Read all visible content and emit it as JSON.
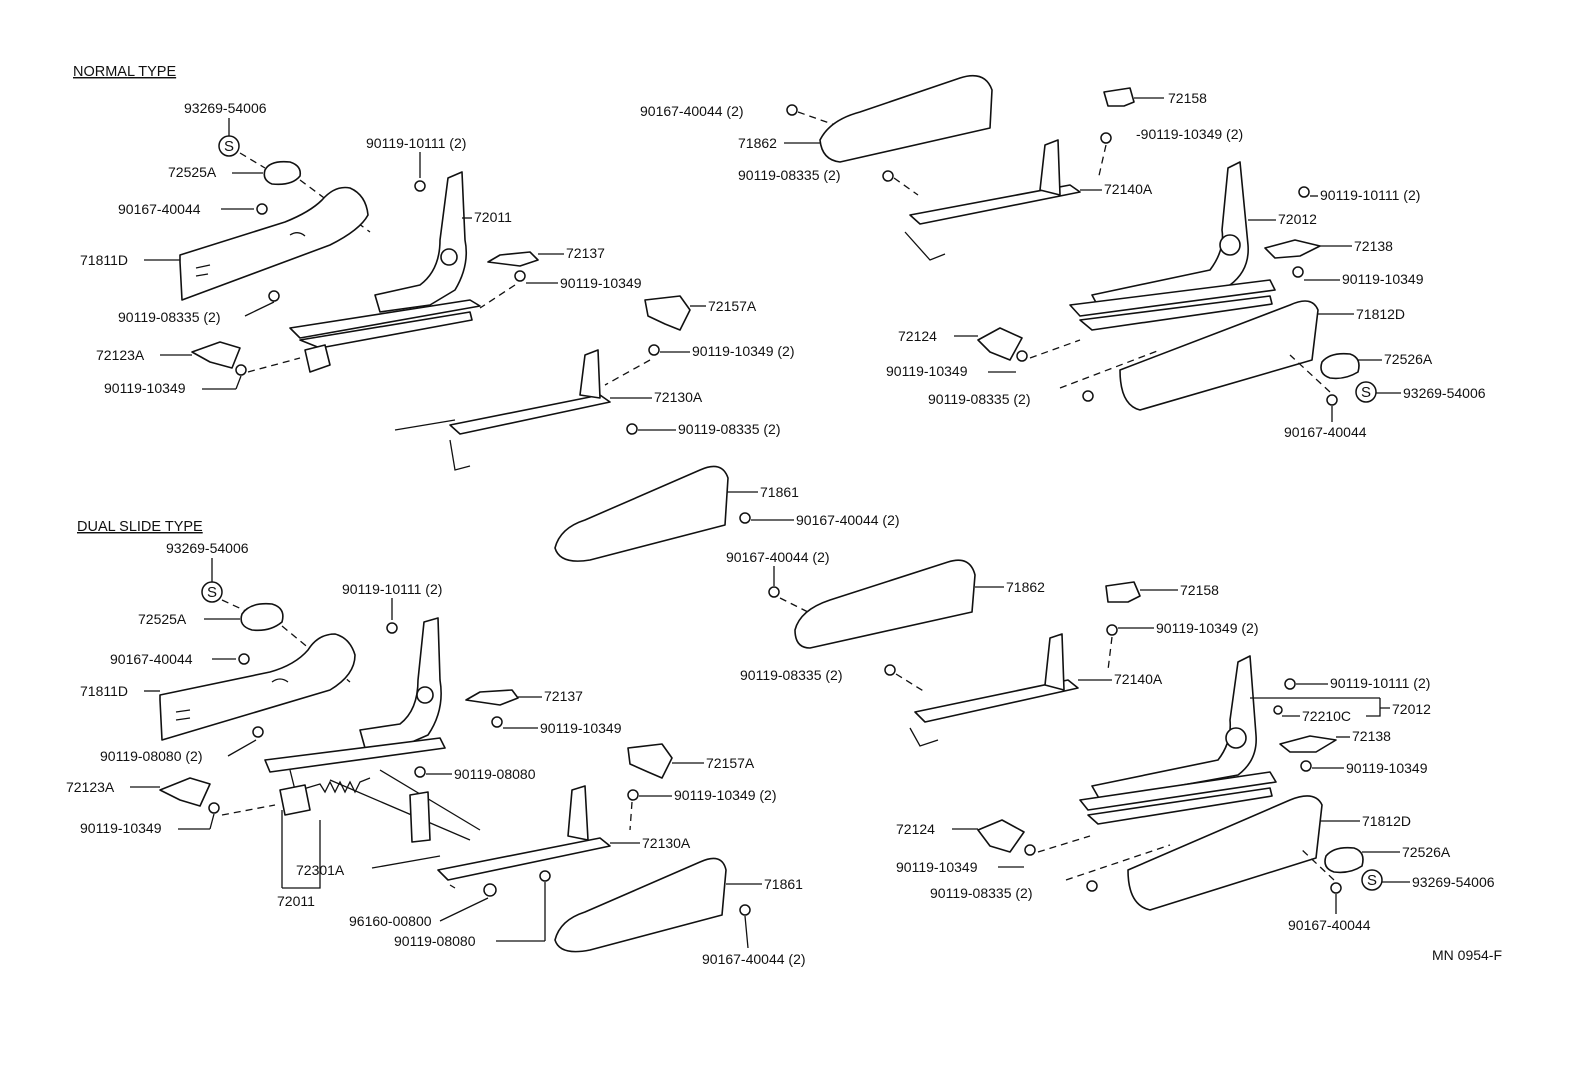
{
  "sections": {
    "normal": "NORMAL TYPE",
    "dual": "DUAL SLIDE TYPE"
  },
  "symbol": "S",
  "drawing_code": "MN 0954-F",
  "labels": {
    "n_93269": "93269-54006",
    "n_72525a": "72525A",
    "n_90167": "90167-40044",
    "n_71811d": "71811D",
    "n_90119_10111": "90119-10111 (2)",
    "n_72011": "72011",
    "n_72137": "72137",
    "n_90119_10349_a": "90119-10349",
    "n_90119_08335": "90119-08335 (2)",
    "n_72157a": "72157A",
    "n_72123a": "72123A",
    "n_90119_10349_b": "90119-10349",
    "n_90119_10349_2": "90119-10349 (2)",
    "n_72130a": "72130A",
    "n_90119_08335_b": "90119-08335 (2)",
    "r_90167_2": "90167-40044 (2)",
    "r_72158": "72158",
    "r_71862": "71862",
    "r_90119_10349_2": "-90119-10349 (2)",
    "r_90119_08335": "90119-08335 (2)",
    "r_72140a": "72140A",
    "r_90119_10111": "90119-10111 (2)",
    "r_72012": "72012",
    "r_72138": "72138",
    "r_90119_10349": "90119-10349",
    "r_72124": "72124",
    "r_71812d": "71812D",
    "r_90119_10349_b": "90119-10349",
    "r_72526a": "72526A",
    "r_93269": "93269-54006",
    "r_90119_08335_b": "90119-08335 (2)",
    "r_90167": "90167-40044",
    "m_71861": "71861",
    "m_90167_2": "90167-40044 (2)",
    "d_93269": "93269-54006",
    "d_90119_10111": "90119-10111 (2)",
    "d_72525a": "72525A",
    "d_90167": "90167-40044",
    "d_71811d": "71811D",
    "d_72137": "72137",
    "d_90119_10349": "90119-10349",
    "d_90119_08080_2": "90119-08080 (2)",
    "d_90119_08080_a": "90119-08080",
    "d_72157a": "72157A",
    "d_72123a": "72123A",
    "d_90119_10349_2": "90119-10349 (2)",
    "d_90119_10349_b": "90119-10349",
    "d_72130a": "72130A",
    "d_72301a": "72301A",
    "d_72011": "72011",
    "d_96160": "96160-00800",
    "d_90119_08080_b": "90119-08080",
    "d_71861": "71861",
    "d_90167_2": "90167-40044 (2)",
    "e_90167_2": "90167-40044 (2)",
    "e_71862": "71862",
    "e_72158": "72158",
    "e_90119_10349_2": "90119-10349 (2)",
    "e_90119_08335": "90119-08335 (2)",
    "e_72140a": "72140A",
    "e_90119_10111": "90119-10111 (2)",
    "e_72210c": "72210C",
    "e_72012": "72012",
    "e_72138": "72138",
    "e_90119_10349": "90119-10349",
    "e_71812d": "71812D",
    "e_72124": "72124",
    "e_72526a": "72526A",
    "e_90119_10349_b": "90119-10349",
    "e_93269": "93269-54006",
    "e_90119_08335_b": "90119-08335 (2)",
    "e_90167": "90167-40044"
  }
}
